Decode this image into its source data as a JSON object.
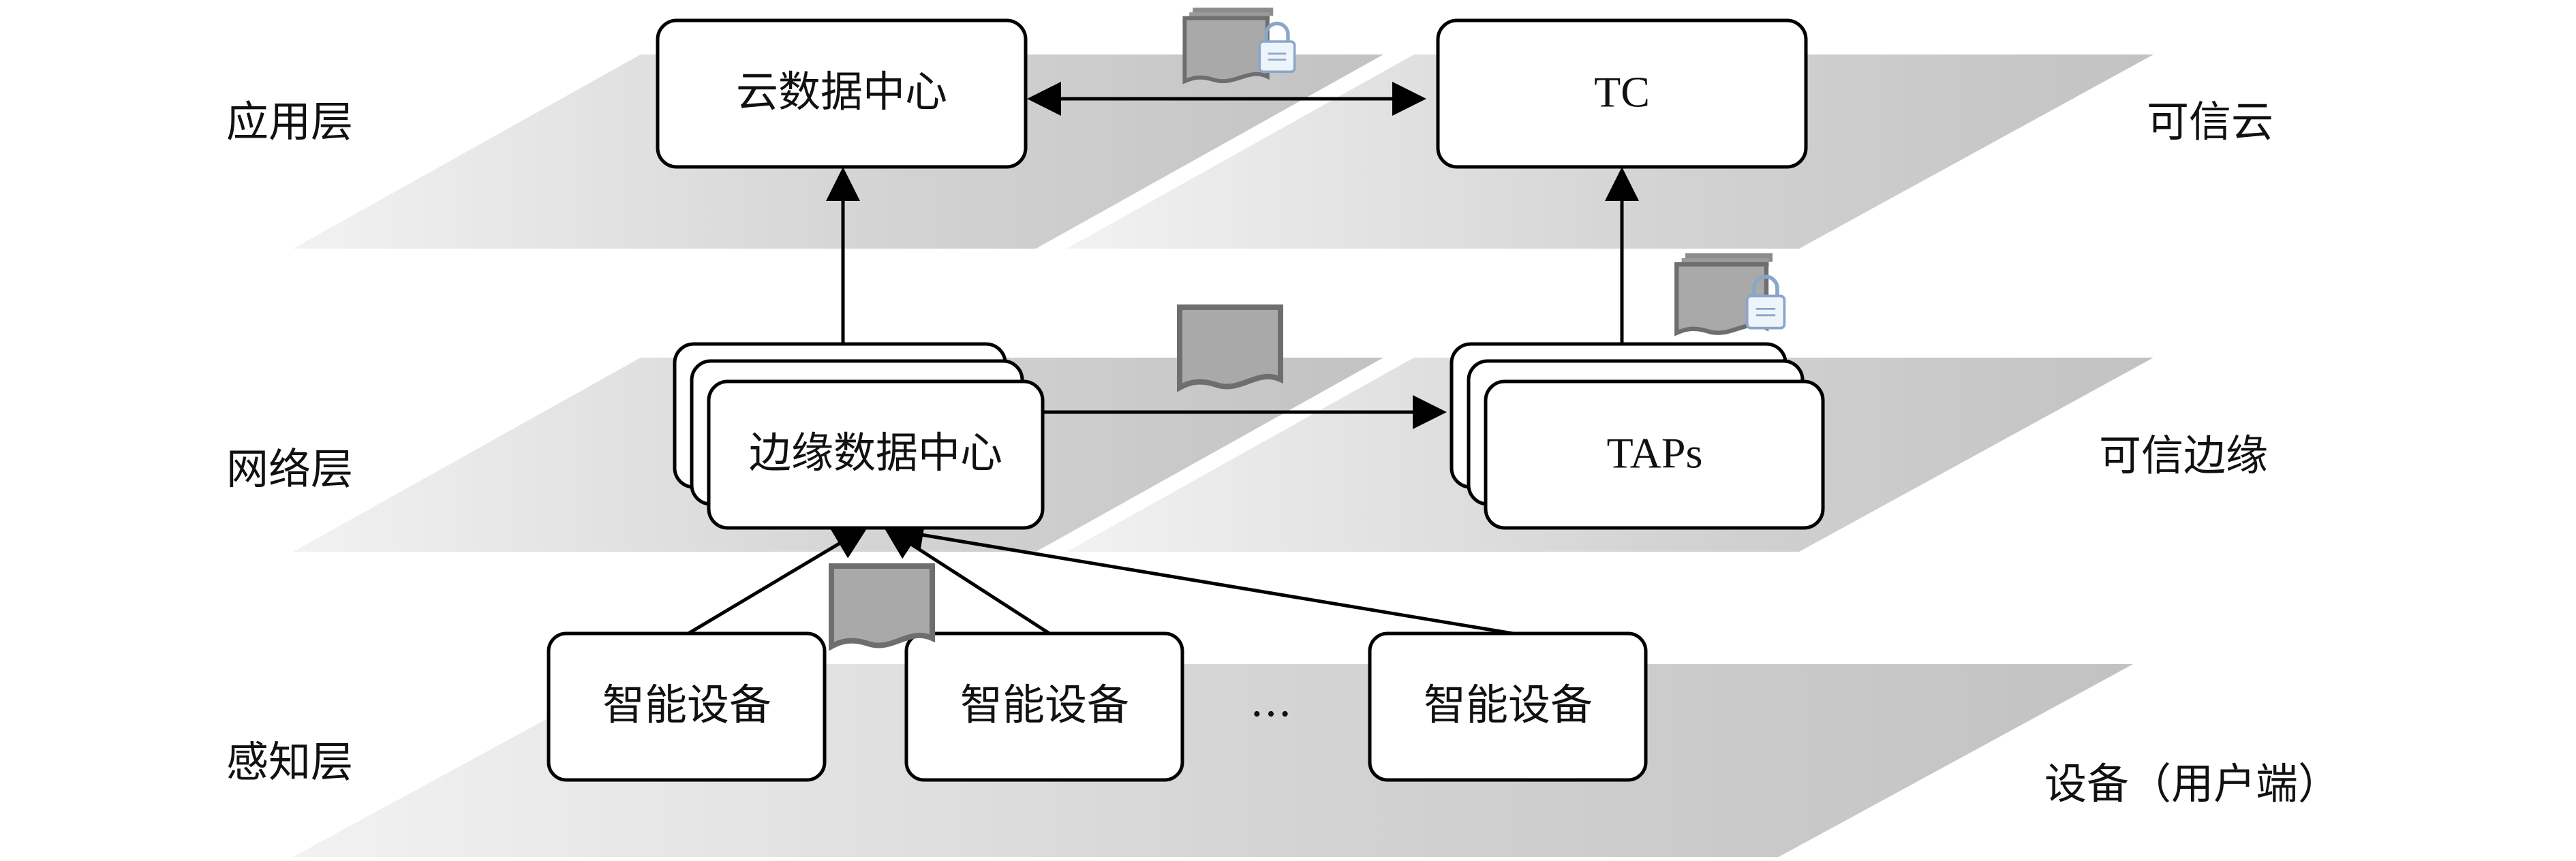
{
  "layers": {
    "left": {
      "application": "应用层",
      "network": "网络层",
      "perception": "感知层"
    },
    "right": {
      "cloud": "可信云",
      "edge": "可信边缘",
      "device": "设备（用户端）"
    }
  },
  "nodes": {
    "cloud_dc": "云数据中心",
    "tc": "TC",
    "edge_dc": "边缘数据中心",
    "taps": "TAPs",
    "device_1": "智能设备",
    "device_2": "智能设备",
    "device_3": "智能设备",
    "ellipsis": "…"
  },
  "icons": {
    "document": "document-icon",
    "lock": "lock-icon"
  }
}
